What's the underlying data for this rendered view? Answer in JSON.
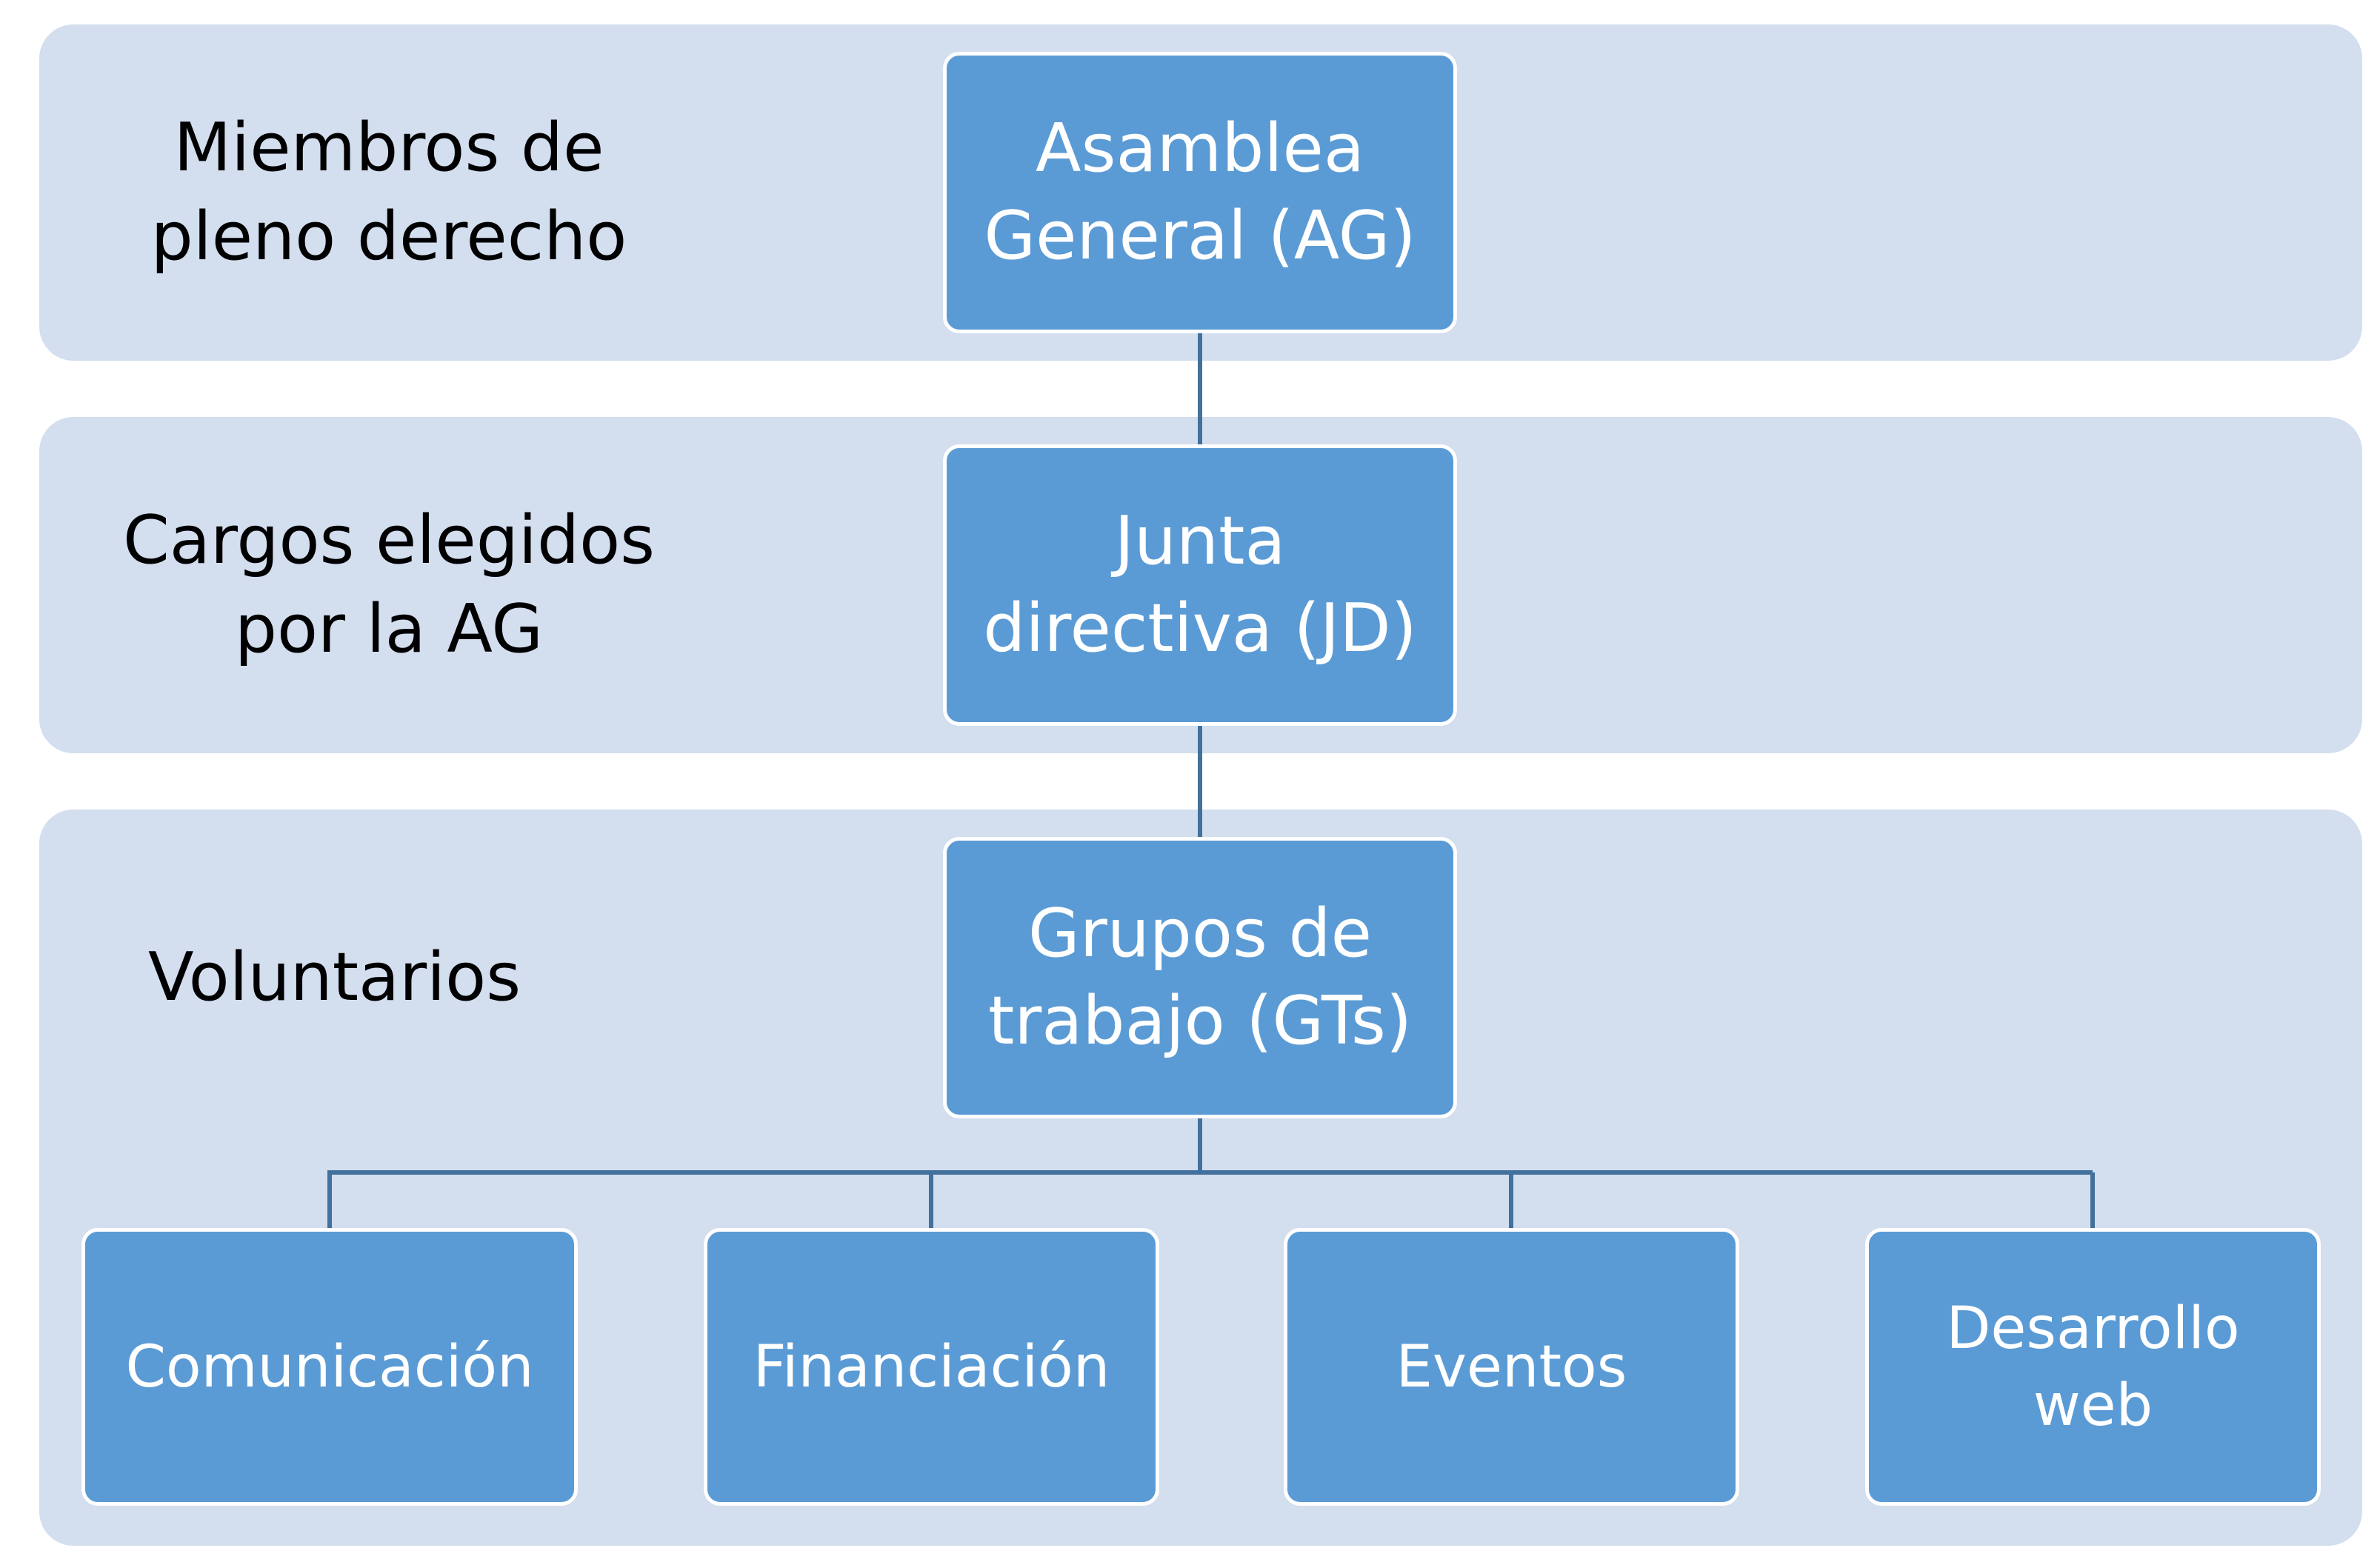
{
  "colors": {
    "band_fill": "#d3deef",
    "node_fill": "#5b9bd5",
    "connector": "#41719c"
  },
  "rows": [
    {
      "label": "Miembros de\npleno derecho"
    },
    {
      "label": "Cargos elegidos\npor la AG"
    },
    {
      "label": "Voluntarios"
    }
  ],
  "nodes": {
    "ag": "Asamblea\nGeneral (AG)",
    "jd": "Junta\ndirectiva (JD)",
    "gt": "Grupos de\ntrabajo (GTs)"
  },
  "groups": [
    "Comunicación",
    "Financiación",
    "Eventos",
    "Desarrollo\nweb"
  ]
}
